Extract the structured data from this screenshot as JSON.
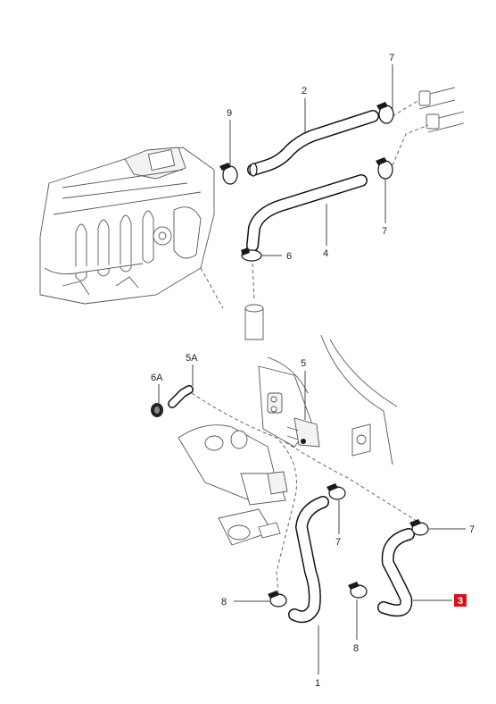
{
  "labels": {
    "l1": "1",
    "l2": "2",
    "l3": "3",
    "l4": "4",
    "l5": "5",
    "l5a": "5A",
    "l6": "6",
    "l6a": "6A",
    "l7a": "7",
    "l7b": "7",
    "l7c": "7",
    "l7d": "7",
    "l8a": "8",
    "l8b": "8",
    "l9": "9"
  },
  "highlight": {
    "color": "#d4141b",
    "label_color": "#ffffff"
  }
}
